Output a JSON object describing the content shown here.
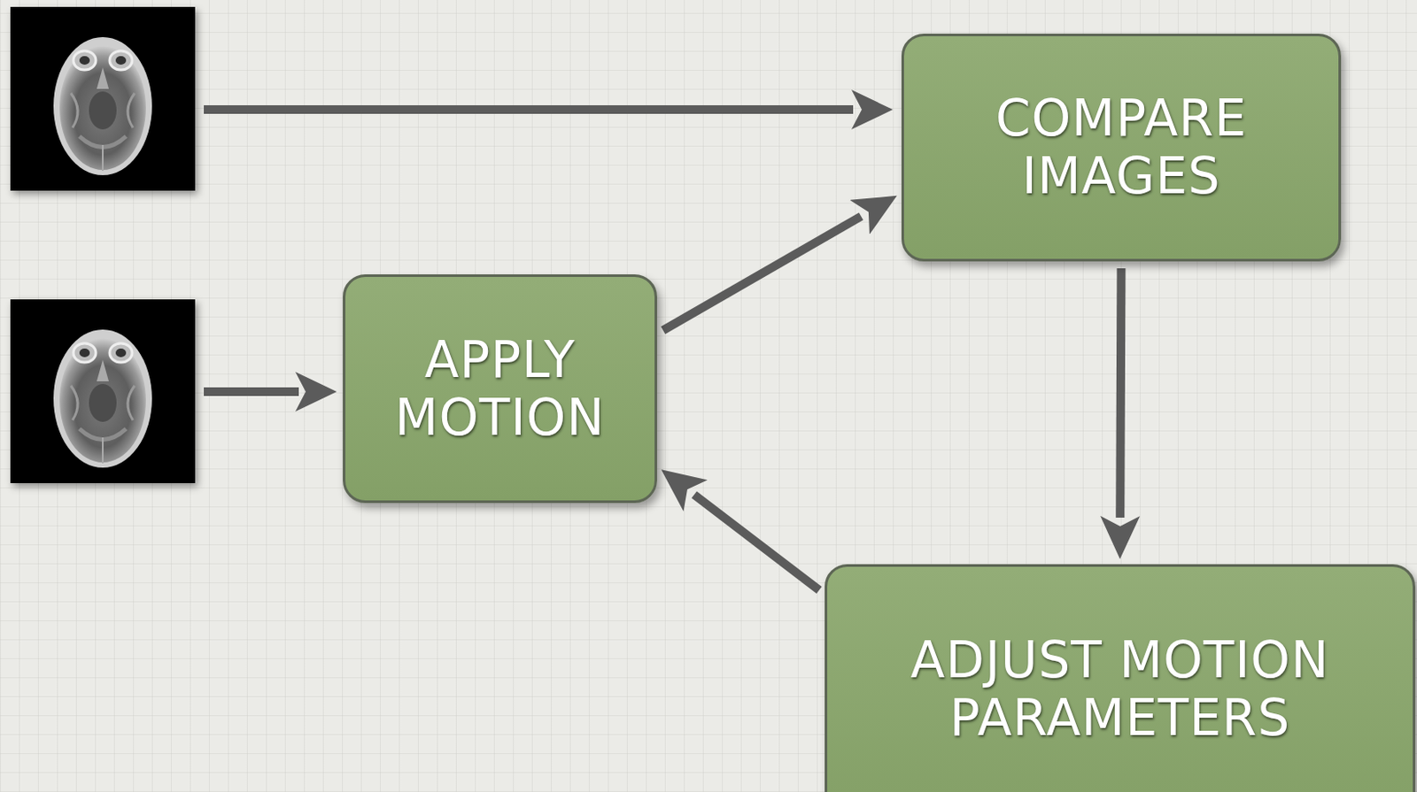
{
  "diagram": {
    "nodes": [
      {
        "text": [
          "COMPARE IMAGES"
        ]
      },
      {
        "text": [
          "APPLY MOTION"
        ]
      },
      {
        "text": [
          "ADJUST MOTION PARAMETERS"
        ]
      }
    ],
    "edges": [
      {
        "from": 1,
        "to": 0,
        "arrow": "to"
      },
      {
        "from": 0,
        "to": 2,
        "arrow": "to"
      },
      {
        "from": 2,
        "to": 1,
        "arrow": "to"
      }
    ]
  }
}
